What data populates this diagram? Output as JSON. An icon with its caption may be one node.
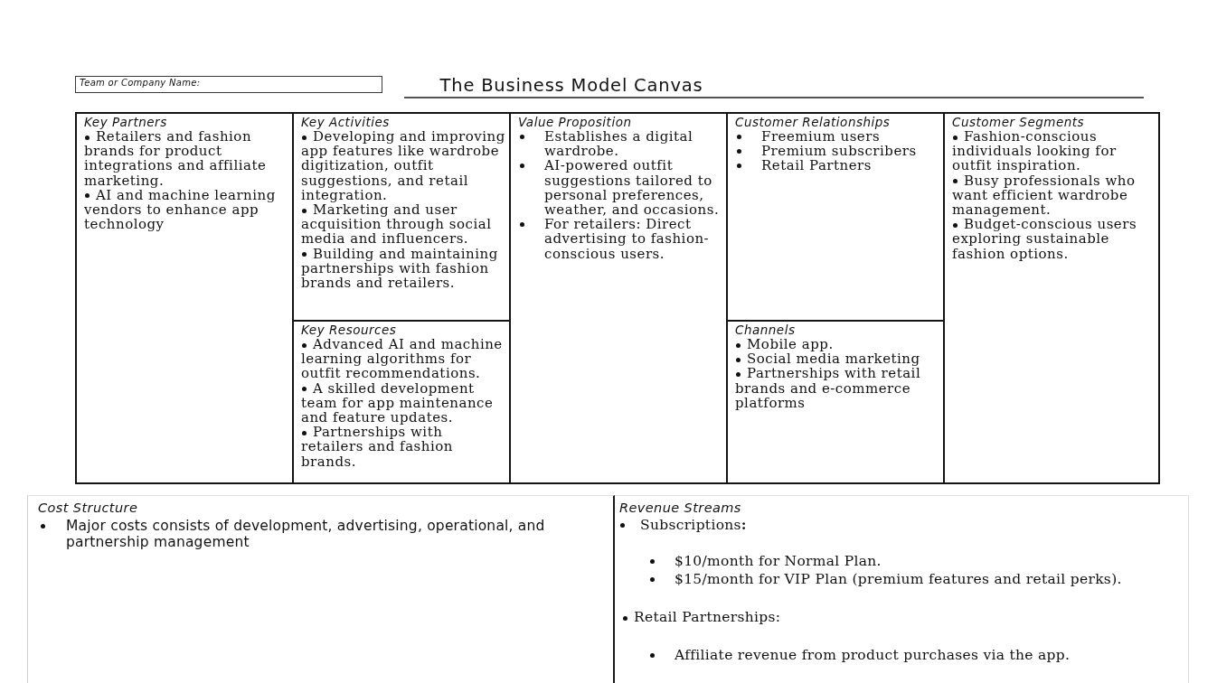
{
  "diagram": {
    "title": "The Business Model Canvas",
    "nodes": [
      {
        "text": [
          "Team or Company Name:"
        ]
      },
      {
        "text": [
          "Key Partners",
          "Retailers and fashion brands for product integrations and affiliate marketing.",
          "AI and machine learning vendors to enhance app technology"
        ]
      },
      {
        "text": [
          "Key Activities",
          "Developing and improving app features like wardrobe digitization, outfit suggestions, and retail integration.",
          "Marketing and user acquisition through social media and influencers.",
          "Building and maintaining partnerships with fashion brands and retailers."
        ]
      },
      {
        "text": [
          "Key Resources",
          "Advanced AI and machine learning algorithms for outfit recommendations.",
          "A skilled development team for app maintenance and feature updates.",
          "Partnerships with retailers and fashion brands."
        ]
      },
      {
        "text": [
          "Value Proposition",
          "Establishes a digital wardrobe.",
          "AI-powered outfit suggestions tailored to personal preferences, weather, and occasions.",
          "For retailers: Direct advertising to fashion-conscious users."
        ]
      },
      {
        "text": [
          "Customer Relationships",
          "Freemium users",
          "Premium subscribers",
          "Retail Partners"
        ]
      },
      {
        "text": [
          "Channels",
          "Mobile app.",
          "Social media marketing",
          "Partnerships with retail brands and e-commerce platforms"
        ]
      },
      {
        "text": [
          "Customer Segments",
          "Fashion-conscious individuals looking for outfit inspiration.",
          "Busy professionals who want efficient wardrobe management.",
          "Budget-conscious users exploring sustainable fashion options."
        ]
      },
      {
        "text": [
          "Cost Structure",
          "Major costs consists of development, advertising, operational, and partnership management"
        ]
      },
      {
        "text": [
          "Revenue Streams",
          "Subscriptions**:**",
          "$10/month for Normal Plan.",
          "$15/month for VIP Plan (premium features and retail perks).",
          "Retail Partnerships:",
          "Affiliate revenue from product purchases via the app."
        ]
      }
    ]
  }
}
